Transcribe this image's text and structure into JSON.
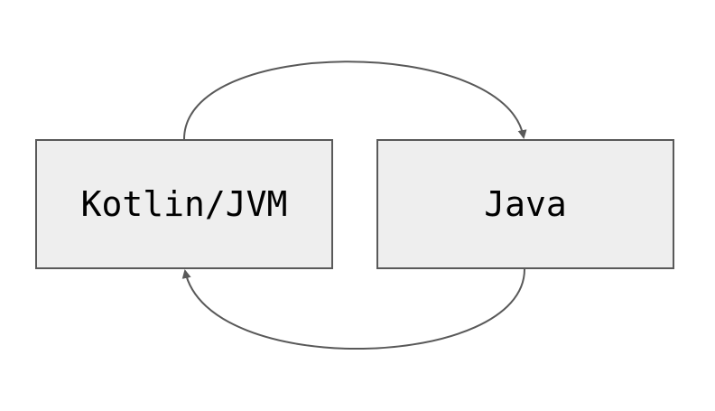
{
  "nodes": [
    {
      "id": "kotlin",
      "label": "Kotlin/JVM"
    },
    {
      "id": "java",
      "label": "Java"
    }
  ],
  "edges": [
    {
      "from": "kotlin",
      "to": "java"
    },
    {
      "from": "java",
      "to": "kotlin"
    }
  ],
  "colors": {
    "box_fill": "#eeeeee",
    "stroke": "#595959",
    "text": "#000000"
  }
}
